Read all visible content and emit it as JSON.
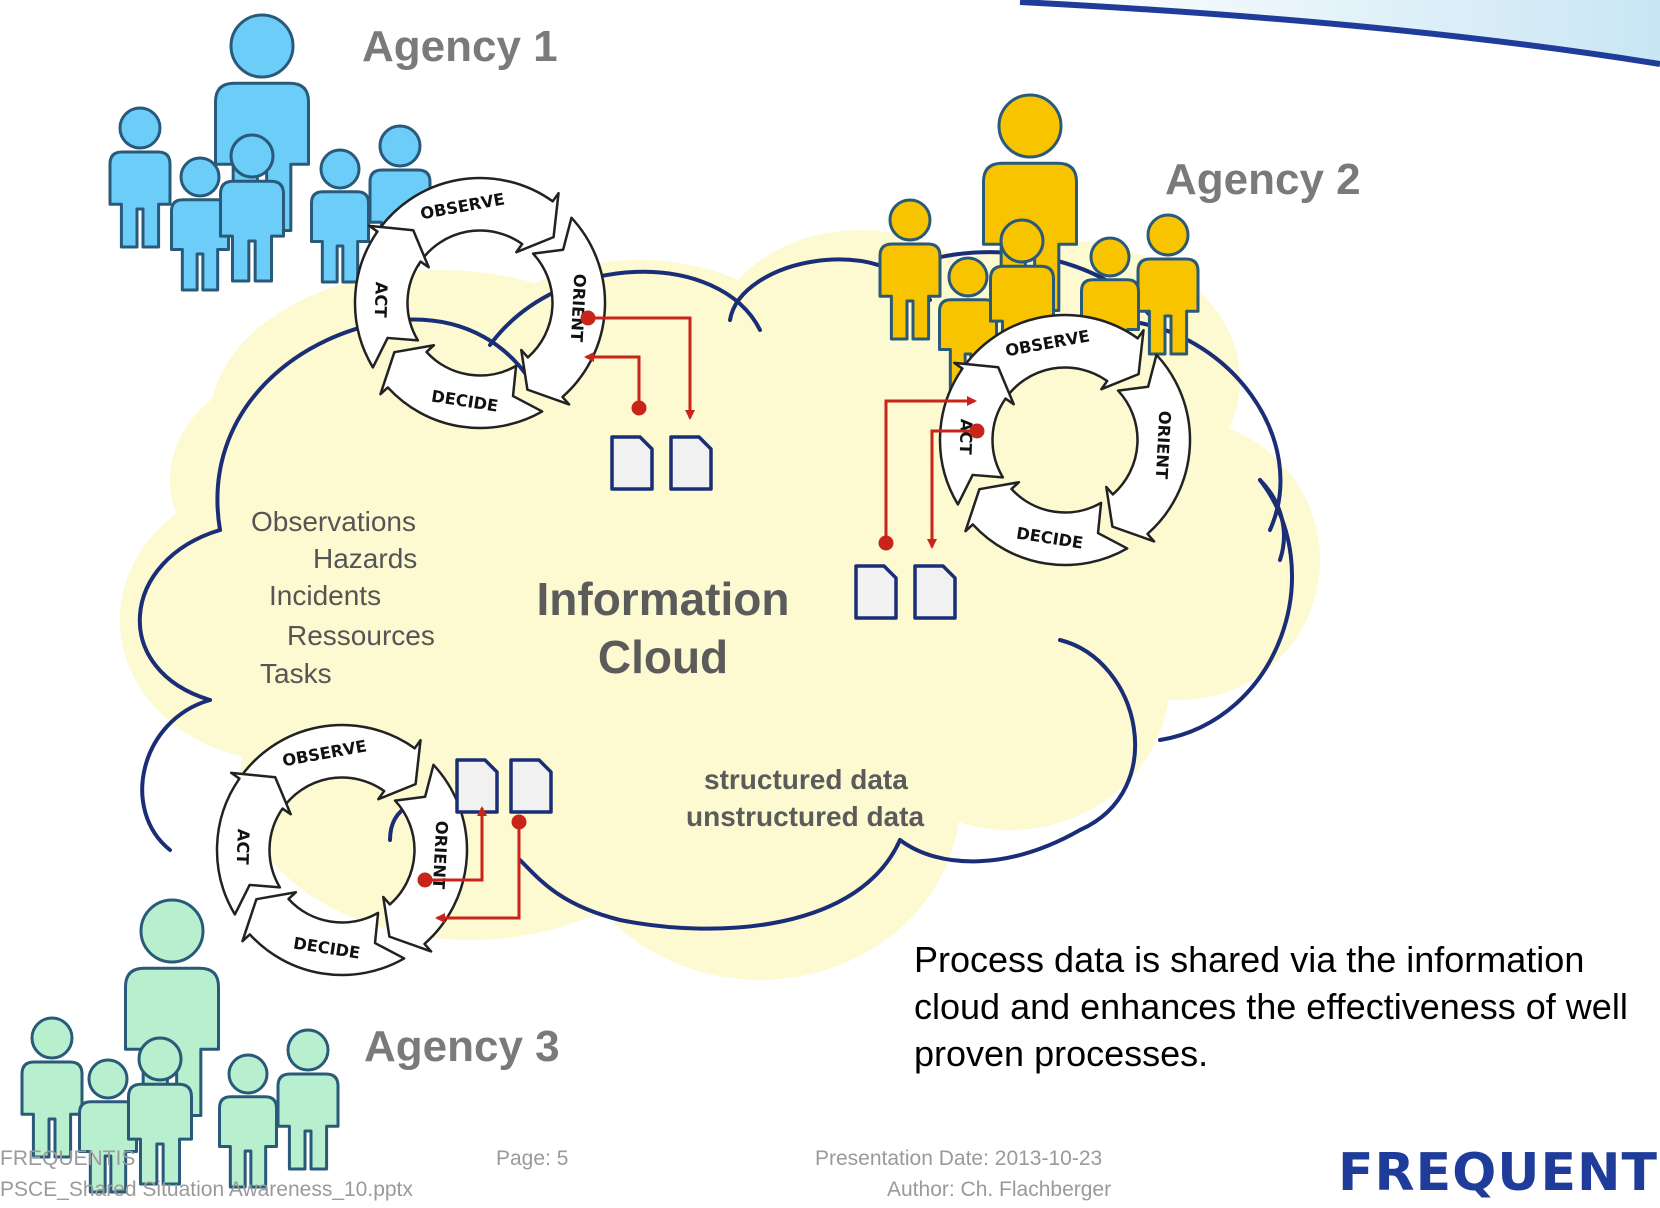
{
  "agencies": {
    "agency1": "Agency 1",
    "agency2": "Agency 2",
    "agency3": "Agency 3"
  },
  "ooda": {
    "observe": "OBSERVE",
    "orient": "ORIENT",
    "decide": "DECIDE",
    "act": "ACT"
  },
  "cloud": {
    "items": [
      "Observations",
      "Hazards",
      "Incidents",
      "Ressources",
      "Tasks"
    ],
    "title_line1": "Information",
    "title_line2": "Cloud",
    "data_line1": "structured data",
    "data_line2": "unstructured data"
  },
  "caption": "Process data is shared via the information cloud and enhances the effectiveness of well proven processes.",
  "footer": {
    "company": "FREQUENTIS",
    "filename": "PSCE_Shared Situation Awareness_10.pptx",
    "page": "Page: 5",
    "date": "Presentation Date: 2013-10-23",
    "author": "Author: Ch. Flachberger"
  },
  "logo": "FREQUENTIS",
  "colors": {
    "agency1": "#6ccdf8",
    "agency2": "#f8c400",
    "agency3": "#b8f0cf",
    "cloud_fill": "#fdf9d0",
    "cloud_stroke": "#1a2e78",
    "arrow": "#c8241a"
  }
}
